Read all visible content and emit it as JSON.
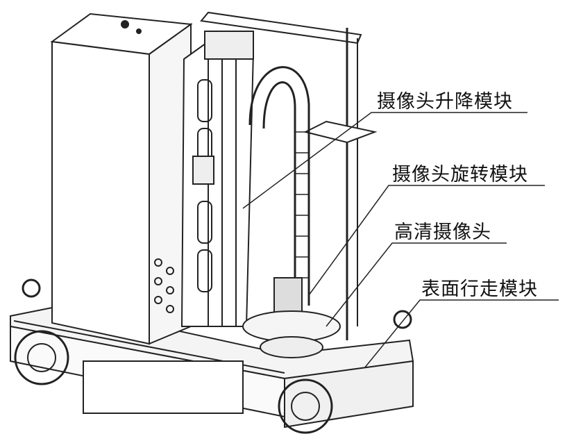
{
  "labels": {
    "lift_module": "摄像头升降模块",
    "rotate_module": "摄像头旋转模块",
    "hd_camera": "高清摄像头",
    "walking_module": "表面行走模块"
  }
}
